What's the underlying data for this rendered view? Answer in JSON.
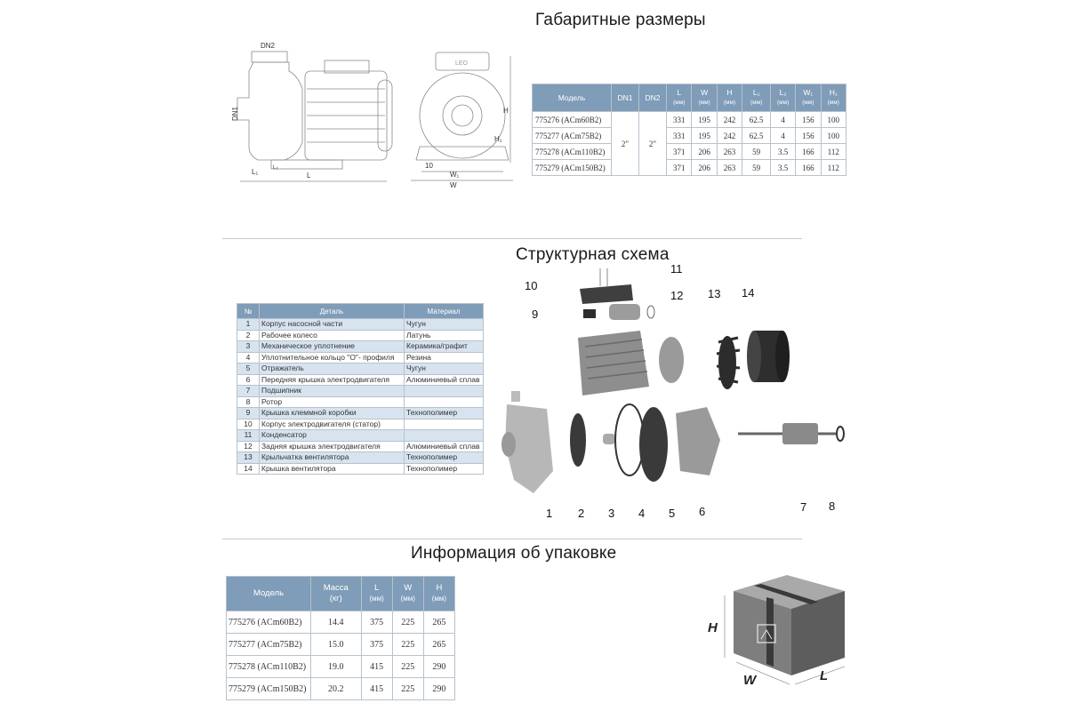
{
  "titles": {
    "dimensions": "Габаритные размеры",
    "structure": "Структурная схема",
    "packaging": "Информация об упаковке"
  },
  "drawing_labels": {
    "dn2": "DN2",
    "dn1": "DN1",
    "h": "H",
    "h1": "H₁",
    "l1": "L₁",
    "l2": "L₂",
    "l": "L",
    "w1": "W₁",
    "w": "W",
    "ten": "10",
    "brand": "LEO"
  },
  "dim_table": {
    "headers": [
      "Модель",
      "DN1",
      "DN2",
      "L",
      "W",
      "H",
      "L₁",
      "L₂",
      "W₁",
      "H₁"
    ],
    "unit": "(мм)",
    "dn_value": "2\"",
    "rows": [
      [
        "775276 (ACm60B2)",
        "331",
        "195",
        "242",
        "62.5",
        "4",
        "156",
        "100"
      ],
      [
        "775277 (ACm75B2)",
        "331",
        "195",
        "242",
        "62.5",
        "4",
        "156",
        "100"
      ],
      [
        "775278 (ACm110B2)",
        "371",
        "206",
        "263",
        "59",
        "3.5",
        "166",
        "112"
      ],
      [
        "775279 (ACm150B2)",
        "371",
        "206",
        "263",
        "59",
        "3.5",
        "166",
        "112"
      ]
    ]
  },
  "parts_table": {
    "headers": [
      "№",
      "Деталь",
      "Материал"
    ],
    "rows": [
      [
        "1",
        "Корпус насосной части",
        "Чугун"
      ],
      [
        "2",
        "Рабочее колесо",
        "Латунь"
      ],
      [
        "3",
        "Механическое уплотнение",
        "Керамика/графит"
      ],
      [
        "4",
        "Уплотнительное кольцо \"О\"- профиля",
        "Резина"
      ],
      [
        "5",
        "Отражатель",
        "Чугун"
      ],
      [
        "6",
        "Передняя крышка электродвигателя",
        "Алюминиевый сплав"
      ],
      [
        "7",
        "Подшипник",
        ""
      ],
      [
        "8",
        "Ротор",
        ""
      ],
      [
        "9",
        "Крышка клеммной коробки",
        "Технополимер"
      ],
      [
        "10",
        "Корпус электродвигателя (статор)",
        ""
      ],
      [
        "11",
        "Конденсатор",
        ""
      ],
      [
        "12",
        "Задняя крышка электродвигателя",
        "Алюминиевый сплав"
      ],
      [
        "13",
        "Крыльчатка вентилятора",
        "Технополимер"
      ],
      [
        "14",
        "Крышка вентилятора",
        "Технополимер"
      ]
    ]
  },
  "callouts": [
    "1",
    "2",
    "3",
    "4",
    "5",
    "6",
    "7",
    "8",
    "9",
    "10",
    "11",
    "12",
    "13",
    "14"
  ],
  "pack_table": {
    "headers": [
      "Модель",
      "Масса",
      "L",
      "W",
      "H"
    ],
    "units": [
      "",
      "(кг)",
      "(мм)",
      "(мм)",
      "(мм)"
    ],
    "rows": [
      [
        "775276 (ACm60B2)",
        "14.4",
        "375",
        "225",
        "265"
      ],
      [
        "775277 (ACm75B2)",
        "15.0",
        "375",
        "225",
        "265"
      ],
      [
        "775278 (ACm110B2)",
        "19.0",
        "415",
        "225",
        "290"
      ],
      [
        "775279 (ACm150B2)",
        "20.2",
        "415",
        "225",
        "290"
      ]
    ]
  },
  "box_labels": {
    "h": "H",
    "w": "W",
    "l": "L"
  },
  "colors": {
    "header_bg": "#7f9cb8",
    "row_alt": "#d7e3ef",
    "part_dark": "#4a4a4a",
    "part_mid": "#8a8a8a"
  }
}
